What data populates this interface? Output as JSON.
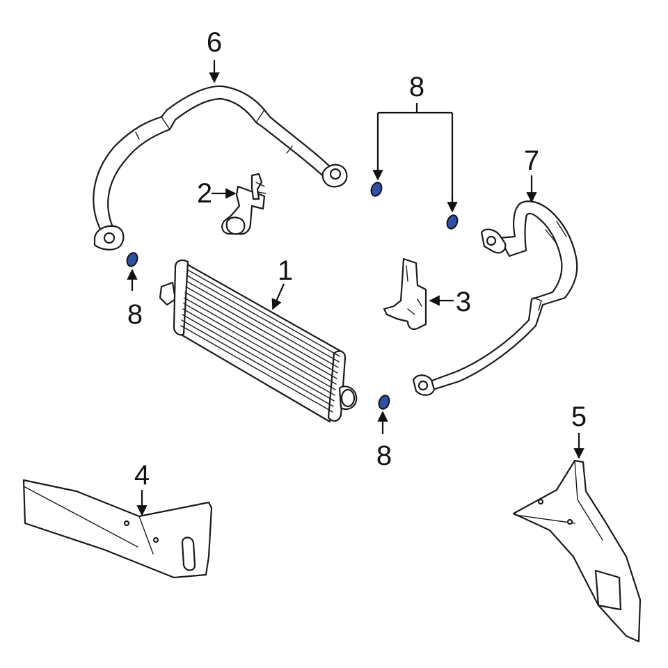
{
  "callouts": {
    "c1": "1",
    "c2": "2",
    "c3": "3",
    "c4": "4",
    "c5": "5",
    "c6": "6",
    "c7": "7",
    "c8_top": "8",
    "c8_left": "8",
    "c8_bottom": "8"
  },
  "colors": {
    "seal": "#2f4fa8",
    "outline": "#1a1a1a",
    "background": "#ffffff"
  }
}
